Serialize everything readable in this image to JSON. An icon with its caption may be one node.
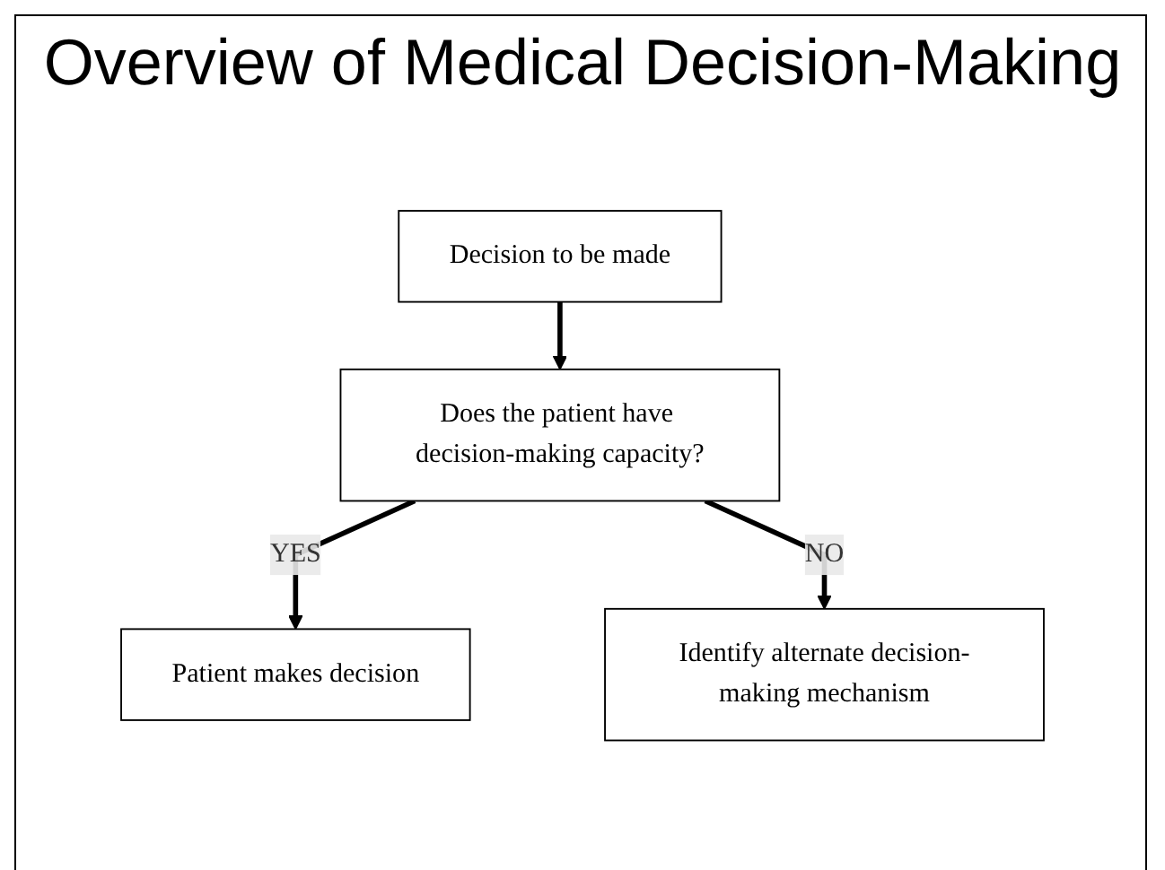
{
  "diagram": {
    "title": "Overview of Medical Decision-Making",
    "nodes": [
      {
        "text": [
          "Decision to be made"
        ]
      },
      {
        "text": [
          "Does the patient have decision-making capacity?"
        ]
      },
      {
        "text": [
          "Patient makes decision"
        ]
      },
      {
        "text": [
          "Identify alternate decision-making mechanism"
        ]
      }
    ],
    "edges": [
      {
        "from": 0,
        "to": 1,
        "arrow": "to"
      },
      {
        "from": 1,
        "to": 2,
        "arrow": "to",
        "label": "YES"
      },
      {
        "from": 1,
        "to": 3,
        "arrow": "to",
        "label": "NO"
      }
    ]
  }
}
